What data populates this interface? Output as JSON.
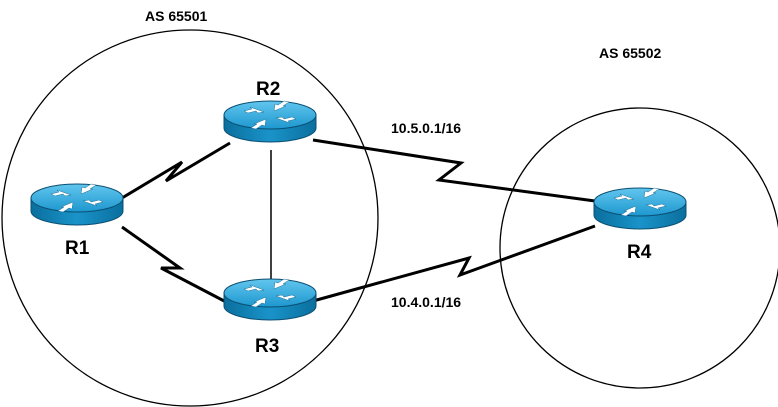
{
  "autonomous_systems": [
    {
      "id": "as1",
      "label": "AS 65501"
    },
    {
      "id": "as2",
      "label": "AS 65502"
    }
  ],
  "routers": [
    {
      "id": "r1",
      "label": "R1"
    },
    {
      "id": "r2",
      "label": "R2"
    },
    {
      "id": "r3",
      "label": "R3"
    },
    {
      "id": "r4",
      "label": "R4"
    }
  ],
  "links": [
    {
      "from": "R1",
      "to": "R2",
      "kind": "serial"
    },
    {
      "from": "R1",
      "to": "R3",
      "kind": "serial"
    },
    {
      "from": "R2",
      "to": "R3",
      "kind": "ethernet"
    },
    {
      "from": "R2",
      "to": "R4",
      "kind": "serial",
      "network": "10.5.0.1/16"
    },
    {
      "from": "R3",
      "to": "R4",
      "kind": "serial",
      "network": "10.4.0.1/16"
    }
  ],
  "colors": {
    "router_top": "#35a9d8",
    "router_side": "#0b7fb4",
    "router_arrows": "#ffffff",
    "lines": "#000000"
  }
}
